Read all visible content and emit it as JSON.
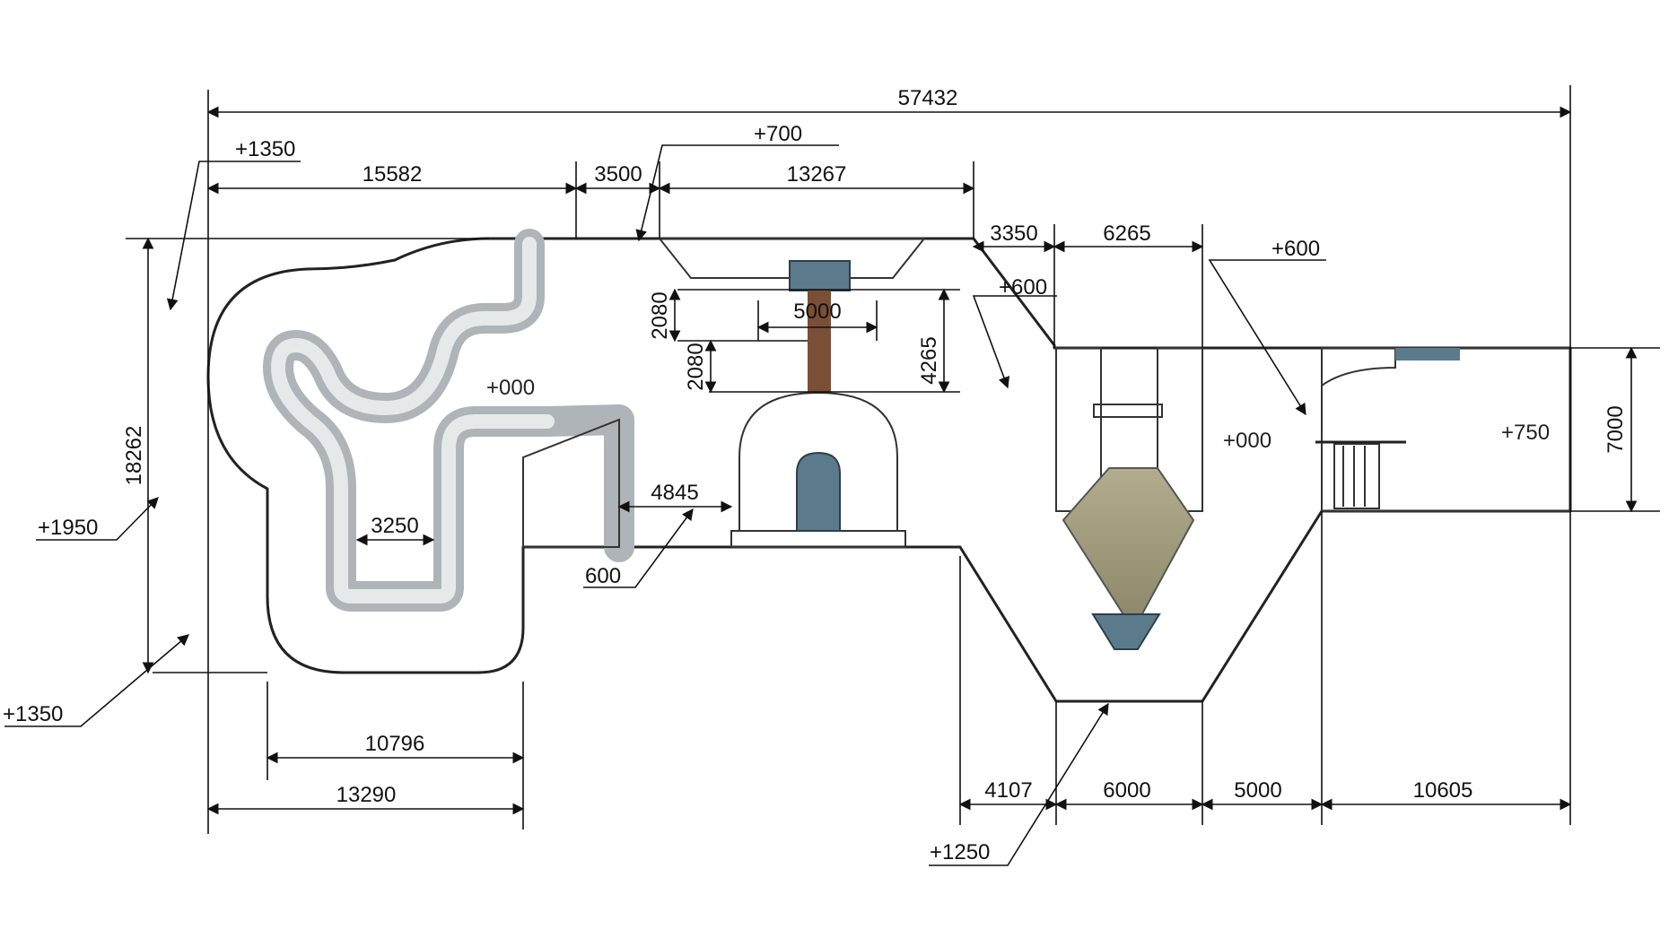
{
  "plan": {
    "dimensions": {
      "overall_width": "57432",
      "left_section": "15582",
      "gap_section": "3500",
      "center_section": "13267",
      "slope_width": "3350",
      "channel_width": "6265",
      "total_depth": "18262",
      "right_depth": "7000",
      "bowl_dim": "5000",
      "step_height_top": "2080",
      "step_height_bottom": "2080",
      "box_depth": "4265",
      "ledge_width": "4845",
      "path_width": "3250",
      "lower_inner": "10796",
      "lower_outer": "13290",
      "bottom_a": "4107",
      "bottom_b": "6000",
      "bottom_c": "5000",
      "bottom_d": "10605"
    },
    "elevations": {
      "top_left": "+1350",
      "top_center": "+700",
      "slope_top": "+600",
      "right_top": "+600",
      "left_mid": "+1950",
      "bottom_left": "+1350",
      "ledge": "600",
      "pit": "+1250"
    },
    "zones": {
      "main_floor": "+000",
      "right_floor": "+000",
      "far_right": "+750"
    },
    "colors": {
      "concrete": "#cdd1d2",
      "accent_blue": "#5b7a8c",
      "rail_brown": "#7a4f36",
      "gravel": "#9b967a"
    }
  }
}
